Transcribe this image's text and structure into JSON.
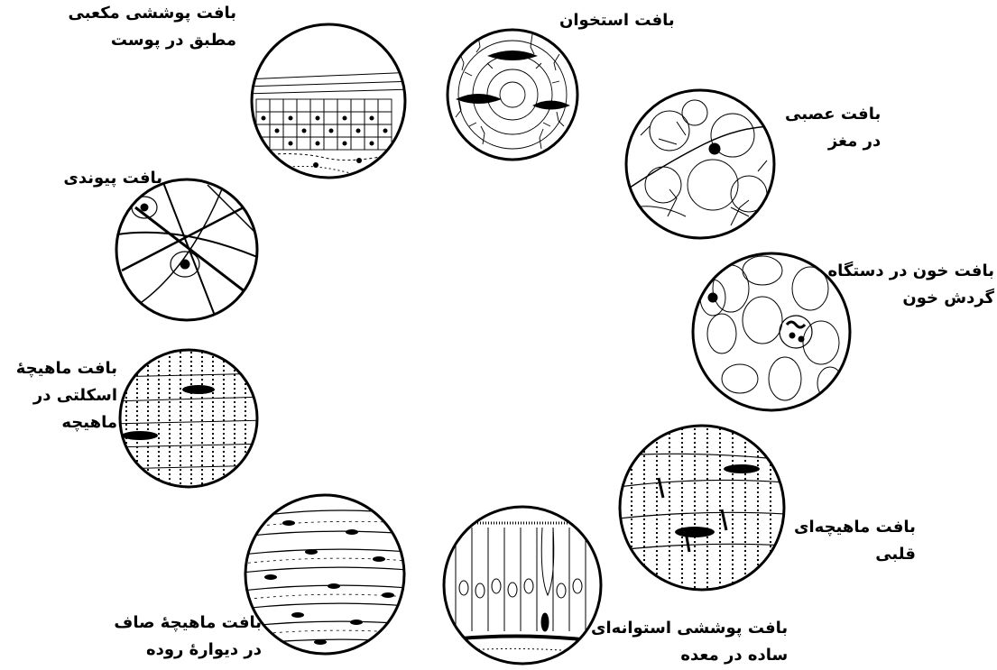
{
  "tissues": [
    {
      "id": "cuboidal",
      "lines": [
        "بافت پوششی مکعبی",
        "مطبق در پوست"
      ]
    },
    {
      "id": "bone",
      "lines": [
        "بافت استخوان"
      ]
    },
    {
      "id": "nerve",
      "lines": [
        "بافت عصبی",
        "در مغز"
      ]
    },
    {
      "id": "connective",
      "lines": [
        "بافت پیوندی"
      ]
    },
    {
      "id": "blood",
      "lines": [
        "بافت خون در دستگاه",
        "گردش خون"
      ]
    },
    {
      "id": "skeletal",
      "lines": [
        "بافت ماهیچهٔ",
        "اسکلتی در",
        "ماهیچه"
      ]
    },
    {
      "id": "cardiac",
      "lines": [
        "بافت ماهیچه‌ای",
        "قلبی"
      ]
    },
    {
      "id": "smooth",
      "lines": [
        "بافت ماهیچهٔ صاف",
        "در دیوارهٔ روده"
      ]
    },
    {
      "id": "columnar",
      "lines": [
        "بافت پوششی استوانه‌ای",
        "ساده در معده"
      ]
    }
  ]
}
